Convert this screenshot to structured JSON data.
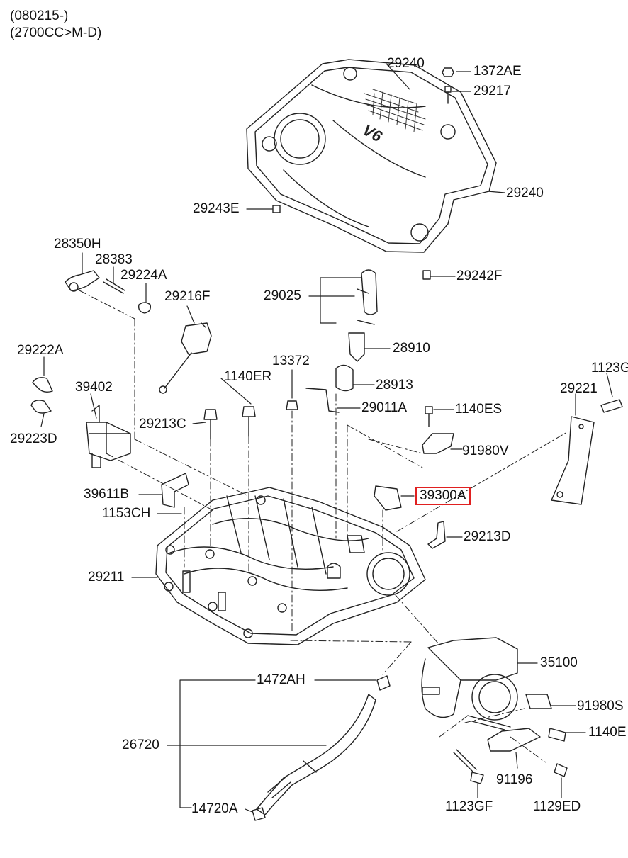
{
  "header": {
    "line1": "(080215-)",
    "line2": "(2700CC>M-D)"
  },
  "engine_cover_badge": "V6",
  "highlight_color": "#e02020",
  "callouts": {
    "c29240_top": "29240",
    "c1372AE": "1372AE",
    "c29217": "29217",
    "c29240_side": "29240",
    "c29243E": "29243E",
    "c29242F": "29242F",
    "c28350H": "28350H",
    "c28383": "28383",
    "c29224A": "29224A",
    "c29216F": "29216F",
    "c29025": "29025",
    "c28910": "28910",
    "c28913": "28913",
    "c29011A": "29011A",
    "c13372": "13372",
    "c1140ER": "1140ER",
    "c1140ES": "1140ES",
    "c91980V": "91980V",
    "c1123G_top": "1123G",
    "c29221": "29221",
    "c29222A": "29222A",
    "c39402": "39402",
    "c29223D": "29223D",
    "c29213C": "29213C",
    "c39611B": "39611B",
    "c1153CH": "1153CH",
    "c39300A": "39300A",
    "c29213D": "29213D",
    "c29211": "29211",
    "c35100": "35100",
    "c91980S": "91980S",
    "c1140E_bottom": "1140E",
    "c1472AH": "1472AH",
    "c26720": "26720",
    "c91196": "91196",
    "c14720A": "14720A",
    "c1123GF": "1123GF",
    "c1129ED": "1129ED"
  }
}
